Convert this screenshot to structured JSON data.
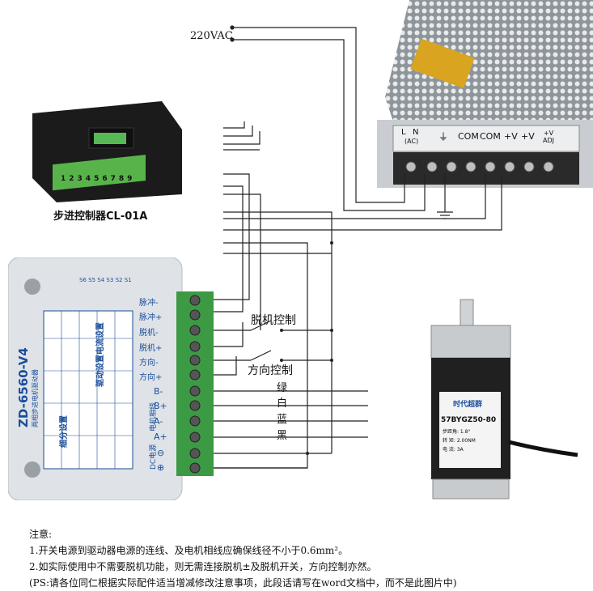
{
  "power_supply": {
    "input_label": "220VAC",
    "terminals": [
      "L",
      "N",
      "⏚",
      "COM",
      "COM",
      "+V",
      "+V",
      "+V ADJ"
    ],
    "ac_label": "(AC)"
  },
  "controller": {
    "caption": "步进控制器CL-01A",
    "terminal_numbers": [
      "1",
      "2",
      "3",
      "4",
      "5",
      "6",
      "7",
      "8",
      "9"
    ]
  },
  "driver": {
    "model": "ZD-6560-V4",
    "subtitle": "两相步进电机驱动器",
    "table_heading_left": "细分设置",
    "table_heading_mid": "驱动设置",
    "table_heading_right": "电流设置",
    "dip_labels": [
      "S6",
      "S5",
      "S4",
      "S3",
      "S2",
      "S1"
    ],
    "phase_label": "电机相线",
    "dc_label": "DC电源",
    "terminals": [
      "脉冲-",
      "脉冲+",
      "脱机-",
      "脱机+",
      "方向-",
      "方向+",
      "B-",
      "B+",
      "A-",
      "A+",
      "⊖",
      "⊕"
    ]
  },
  "switches": {
    "offline": "脱机控制",
    "direction": "方向控制"
  },
  "wire_colors": {
    "green": "绿",
    "white": "白",
    "blue": "蓝",
    "black": "黑"
  },
  "motor": {
    "brand": "时代超群",
    "model": "57BYGZ50-80",
    "step_angle": "步距角: 1.8°",
    "torque": "转 矩: 2.00NM",
    "current": "电 流: 3A"
  },
  "notes": {
    "heading": "注意:",
    "line1": "1.开关电源到驱动器电源的连线、及电机相线应确保线径不小于0.6mm²。",
    "line2": "2.如实际使用中不需要脱机功能，则无需连接脱机±及脱机开关，方向控制亦然。",
    "line3": "(PS:请各位同仁根据实际配件适当增减修改注意事项，此段话请写在word文档中，而不是此图片中)"
  },
  "colors": {
    "wire": "#222222",
    "driver_body": "#dfe3e8",
    "driver_label": "#1a4e9a",
    "terminal_green": "#3c9a45",
    "psu_mesh": "#9aa0a6"
  }
}
